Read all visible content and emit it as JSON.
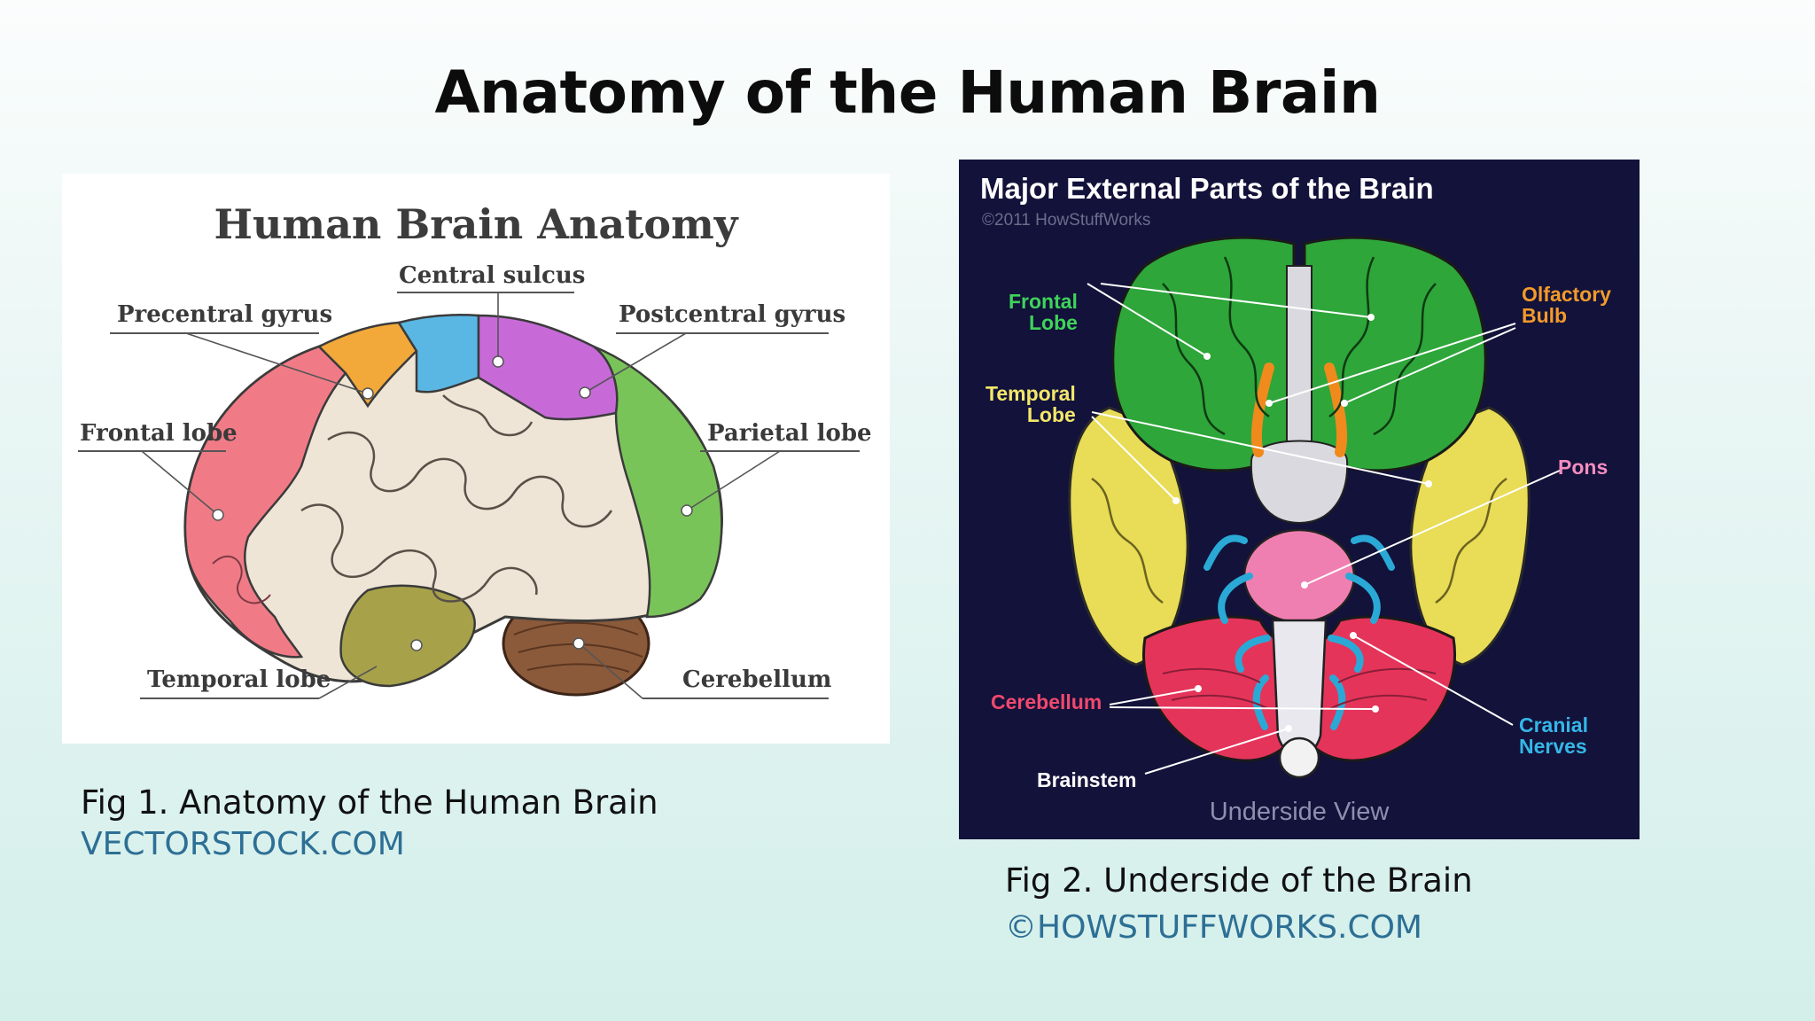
{
  "slide": {
    "title": "Anatomy of the Human Brain"
  },
  "figure1": {
    "title": "Human Brain Anatomy",
    "labels": {
      "central_sulcus": "Central sulcus",
      "precentral_gyrus": "Precentral gyrus",
      "postcentral_gyrus": "Postcentral gyrus",
      "frontal_lobe": "Frontal lobe",
      "parietal_lobe": "Parietal lobe",
      "temporal_lobe": "Temporal lobe",
      "cerebellum": "Cerebellum"
    },
    "caption": "Fig 1. Anatomy of the Human Brain",
    "credit": "VECTORSTOCK.COM"
  },
  "figure2": {
    "title": "Major External Parts of the Brain",
    "copyright": "©2011 HowStuffWorks",
    "labels": {
      "frontal_lobe": "Frontal\nLobe",
      "olfactory_bulb": "Olfactory\nBulb",
      "temporal_lobe": "Temporal\nLobe",
      "pons": "Pons",
      "cerebellum": "Cerebellum",
      "brainstem": "Brainstem",
      "cranial_nerves": "Cranial\nNerves"
    },
    "view_label": "Underside View",
    "caption": "Fig 2. Underside of the Brain",
    "credit": "©HOWSTUFFWORKS.COM"
  },
  "colors": {
    "frontal_pink": "#f07b86",
    "precentral_orange": "#f2a93a",
    "central_blue": "#5ab7e4",
    "postcentral_purple": "#c76ad8",
    "parietal_green": "#79c459",
    "temporal_olive": "#a7a24a",
    "cerebellum_brown": "#8b5a3a",
    "cortex_cream": "#efe5d6",
    "fig2_frontal_green": "#2ea63a",
    "fig2_temporal_yellow": "#e9dc56",
    "fig2_cerebellum_red": "#e5345a",
    "fig2_pons_pink": "#f07fb1",
    "fig2_nerves_cyan": "#2aa9d6",
    "fig2_bulb_orange": "#f08a1c",
    "fig2_background": "#12123a"
  }
}
